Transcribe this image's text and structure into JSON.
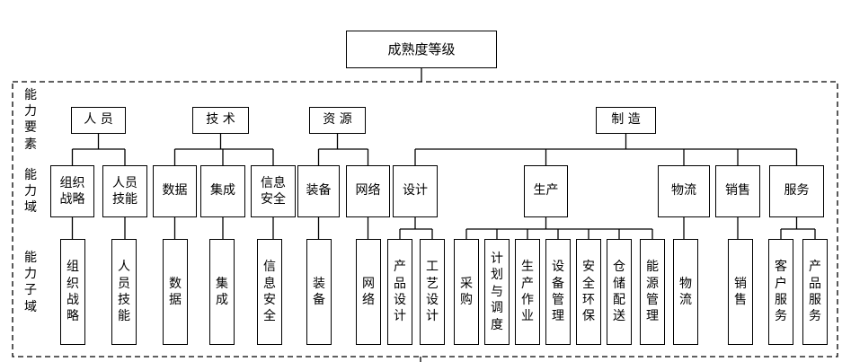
{
  "root": "成熟度等级",
  "side_labels": [
    "能力要素",
    "能力域",
    "能力子域"
  ],
  "elements": [
    {
      "id": "e1",
      "label": "人 员"
    },
    {
      "id": "e2",
      "label": "技 术"
    },
    {
      "id": "e3",
      "label": "资 源"
    },
    {
      "id": "e4",
      "label": "制 造"
    }
  ],
  "domains": [
    {
      "id": "d1",
      "label": "组织\n战略"
    },
    {
      "id": "d2",
      "label": "人员\n技能"
    },
    {
      "id": "d3",
      "label": "数据"
    },
    {
      "id": "d4",
      "label": "集成"
    },
    {
      "id": "d5",
      "label": "信息\n安全"
    },
    {
      "id": "d6",
      "label": "装备"
    },
    {
      "id": "d7",
      "label": "网络"
    },
    {
      "id": "d8",
      "label": "设计"
    },
    {
      "id": "d9",
      "label": "生产"
    },
    {
      "id": "d10",
      "label": "物流"
    },
    {
      "id": "d11",
      "label": "销售"
    },
    {
      "id": "d12",
      "label": "服务"
    }
  ],
  "subdomains": [
    {
      "id": "s1",
      "label": "组织战略"
    },
    {
      "id": "s2",
      "label": "人员技能"
    },
    {
      "id": "s3",
      "label": "数据"
    },
    {
      "id": "s4",
      "label": "集成"
    },
    {
      "id": "s5",
      "label": "信息安全"
    },
    {
      "id": "s6",
      "label": "装备"
    },
    {
      "id": "s7",
      "label": "网络"
    },
    {
      "id": "s8",
      "label": "产品设计"
    },
    {
      "id": "s9",
      "label": "工艺设计"
    },
    {
      "id": "s10",
      "label": "采购"
    },
    {
      "id": "s11",
      "label": "计划与调度"
    },
    {
      "id": "s12",
      "label": "生产作业"
    },
    {
      "id": "s13",
      "label": "设备管理"
    },
    {
      "id": "s14",
      "label": "安全环保"
    },
    {
      "id": "s15",
      "label": "仓储配送"
    },
    {
      "id": "s16",
      "label": "能源管理"
    },
    {
      "id": "s17",
      "label": "物流"
    },
    {
      "id": "s18",
      "label": "销售"
    },
    {
      "id": "s19",
      "label": "客户服务"
    },
    {
      "id": "s20",
      "label": "产品服务"
    }
  ]
}
